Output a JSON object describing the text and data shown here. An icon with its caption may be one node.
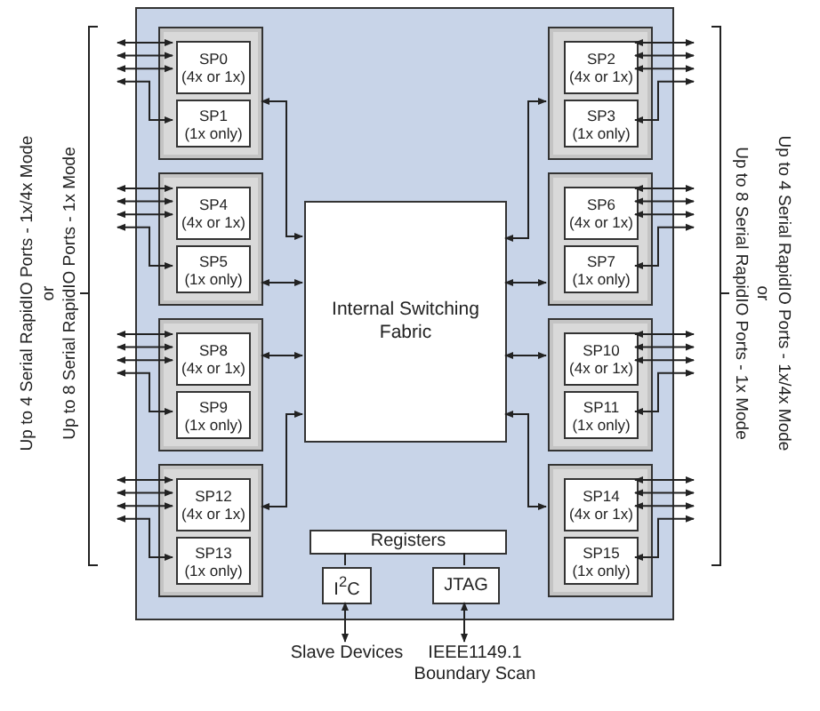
{
  "diagram": {
    "nodes": [
      {
        "text": [],
        "shape": "box"
      },
      {
        "text": [],
        "shape": "box",
        "in": 0
      },
      {
        "text": [
          "SP0",
          "(4x or 1x)"
        ],
        "in": 1
      },
      {
        "text": [
          "SP1",
          "(1x only)"
        ],
        "in": 1
      },
      {
        "text": [],
        "shape": "box",
        "in": 0
      },
      {
        "text": [
          "SP2",
          "(4x or 1x)"
        ],
        "in": 4
      },
      {
        "text": [
          "SP3",
          "(1x only)"
        ],
        "in": 4
      },
      {
        "text": [],
        "shape": "box",
        "in": 0
      },
      {
        "text": [
          "SP4",
          "(4x or 1x)"
        ],
        "in": 7
      },
      {
        "text": [
          "SP5",
          "(1x only)"
        ],
        "in": 7
      },
      {
        "text": [],
        "shape": "box",
        "in": 0
      },
      {
        "text": [
          "SP6",
          "(4x or 1x)"
        ],
        "in": 10
      },
      {
        "text": [
          "SP7",
          "(1x only)"
        ],
        "in": 10
      },
      {
        "text": [],
        "shape": "box",
        "in": 0
      },
      {
        "text": [
          "SP8",
          "(4x or 1x)"
        ],
        "in": 13
      },
      {
        "text": [
          "SP9",
          "(1x only)"
        ],
        "in": 13
      },
      {
        "text": [],
        "shape": "box",
        "in": 0
      },
      {
        "text": [
          "SP10",
          "(4x or 1x)"
        ],
        "in": 16
      },
      {
        "text": [
          "SP11",
          "(1x only)"
        ],
        "in": 16
      },
      {
        "text": [],
        "shape": "box",
        "in": 0
      },
      {
        "text": [
          "SP12",
          "(4x or 1x)"
        ],
        "in": 19
      },
      {
        "text": [
          "SP13",
          "(1x only)"
        ],
        "in": 19
      },
      {
        "text": [],
        "shape": "box",
        "in": 0
      },
      {
        "text": [
          "SP14",
          "(4x or 1x)"
        ],
        "in": 22
      },
      {
        "text": [
          "SP15",
          "(1x only)"
        ],
        "in": 22
      },
      {
        "text": [
          "Internal Switching Fabric"
        ],
        "in": 0
      },
      {
        "text": [
          "Registers"
        ],
        "in": 0
      },
      {
        "text": [
          "I$^{2}$C"
        ],
        "in": 0
      },
      {
        "text": [
          "JTAG"
        ],
        "in": 0
      },
      {
        "text": [
          "Slave Devices"
        ]
      },
      {
        "text": [
          "IEEE1149.1 Boundary Scan"
        ]
      }
    ],
    "edges": [
      {
        "from": null,
        "to": 2,
        "arrow": "both"
      },
      {
        "from": null,
        "to": 2,
        "arrow": "both"
      },
      {
        "from": null,
        "to": 2,
        "arrow": "both"
      },
      {
        "from": null,
        "to": 3,
        "arrow": "both"
      },
      {
        "from": 5,
        "to": null,
        "arrow": "both"
      },
      {
        "from": 5,
        "to": null,
        "arrow": "both"
      },
      {
        "from": 5,
        "to": null,
        "arrow": "both"
      },
      {
        "from": 6,
        "to": null,
        "arrow": "both"
      },
      {
        "from": null,
        "to": 8,
        "arrow": "both"
      },
      {
        "from": null,
        "to": 8,
        "arrow": "both"
      },
      {
        "from": null,
        "to": 8,
        "arrow": "both"
      },
      {
        "from": null,
        "to": 9,
        "arrow": "both"
      },
      {
        "from": 11,
        "to": null,
        "arrow": "both"
      },
      {
        "from": 11,
        "to": null,
        "arrow": "both"
      },
      {
        "from": 11,
        "to": null,
        "arrow": "both"
      },
      {
        "from": 12,
        "to": null,
        "arrow": "both"
      },
      {
        "from": null,
        "to": 14,
        "arrow": "both"
      },
      {
        "from": null,
        "to": 14,
        "arrow": "both"
      },
      {
        "from": null,
        "to": 14,
        "arrow": "both"
      },
      {
        "from": null,
        "to": 15,
        "arrow": "both"
      },
      {
        "from": 17,
        "to": null,
        "arrow": "both"
      },
      {
        "from": 17,
        "to": null,
        "arrow": "both"
      },
      {
        "from": 17,
        "to": null,
        "arrow": "both"
      },
      {
        "from": 18,
        "to": null,
        "arrow": "both"
      },
      {
        "from": null,
        "to": 20,
        "arrow": "both"
      },
      {
        "from": null,
        "to": 20,
        "arrow": "both"
      },
      {
        "from": null,
        "to": 20,
        "arrow": "both"
      },
      {
        "from": null,
        "to": 21,
        "arrow": "both"
      },
      {
        "from": 23,
        "to": null,
        "arrow": "both"
      },
      {
        "from": 23,
        "to": null,
        "arrow": "both"
      },
      {
        "from": 23,
        "to": null,
        "arrow": "both"
      },
      {
        "from": 24,
        "to": null,
        "arrow": "both"
      },
      {
        "from": 1,
        "to": 25,
        "arrow": "both"
      },
      {
        "from": 25,
        "to": 4,
        "arrow": "both"
      },
      {
        "from": 7,
        "to": 25,
        "arrow": "both"
      },
      {
        "from": 25,
        "to": 10,
        "arrow": "both"
      },
      {
        "from": 13,
        "to": 25,
        "arrow": "both"
      },
      {
        "from": 25,
        "to": 16,
        "arrow": "both"
      },
      {
        "from": 19,
        "to": 25,
        "arrow": "both"
      },
      {
        "from": 25,
        "to": 22,
        "arrow": "both"
      },
      {
        "from": 26,
        "to": 27,
        "arrow": "none"
      },
      {
        "from": 26,
        "to": 28,
        "arrow": "none"
      },
      {
        "from": 27,
        "to": 29,
        "arrow": "both"
      },
      {
        "from": 28,
        "to": 30,
        "arrow": "both"
      }
    ],
    "labels": [
      "Up to 4 Serial RapidIO Ports - 1x/4x Mode",
      "or",
      "Up to 8 Serial RapidIO Ports - 1x Mode",
      "Up to 4 Serial RapidIO Ports - 1x/4x Mode",
      "or",
      "Up to 8 Serial RapidIO Ports - 1x Mode"
    ]
  }
}
